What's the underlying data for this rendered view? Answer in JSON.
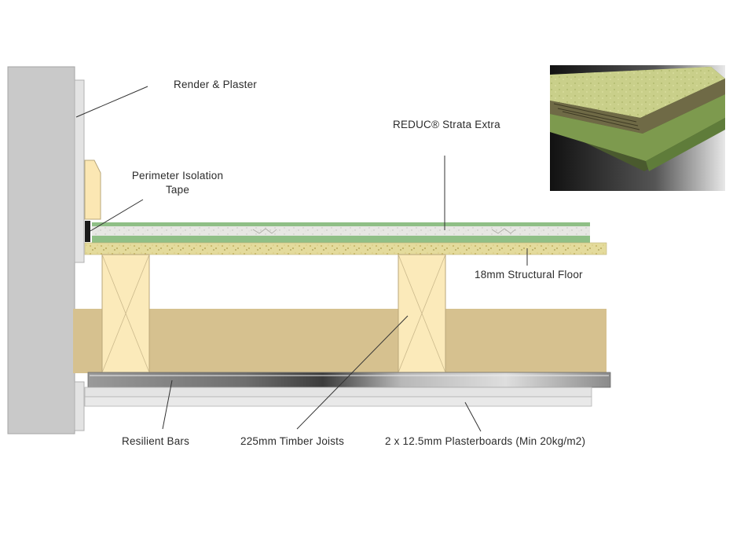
{
  "labels": {
    "render_plaster": "Render & Plaster",
    "perimeter_tape_line1": "Perimeter Isolation",
    "perimeter_tape_line2": "Tape",
    "reduc_product": "REDUC® Strata Extra",
    "structural_floor": "18mm Structural Floor",
    "resilient_bars": "Resilient Bars",
    "timber_joists": "225mm Timber Joists",
    "plasterboards": "2 x 12.5mm Plasterboards (Min 20kg/m2)"
  },
  "colors": {
    "wall": "#c9c9c9",
    "render": "#e3e3e3",
    "timber": "#fbeaba",
    "insulation": "#d6c18f",
    "chipboard": "#e3d99a",
    "reduc_green": "#8fbf86",
    "reduc_core": "#e6e6e2",
    "plasterboard": "#e4e4e4",
    "tape": "#1b1b1b"
  }
}
